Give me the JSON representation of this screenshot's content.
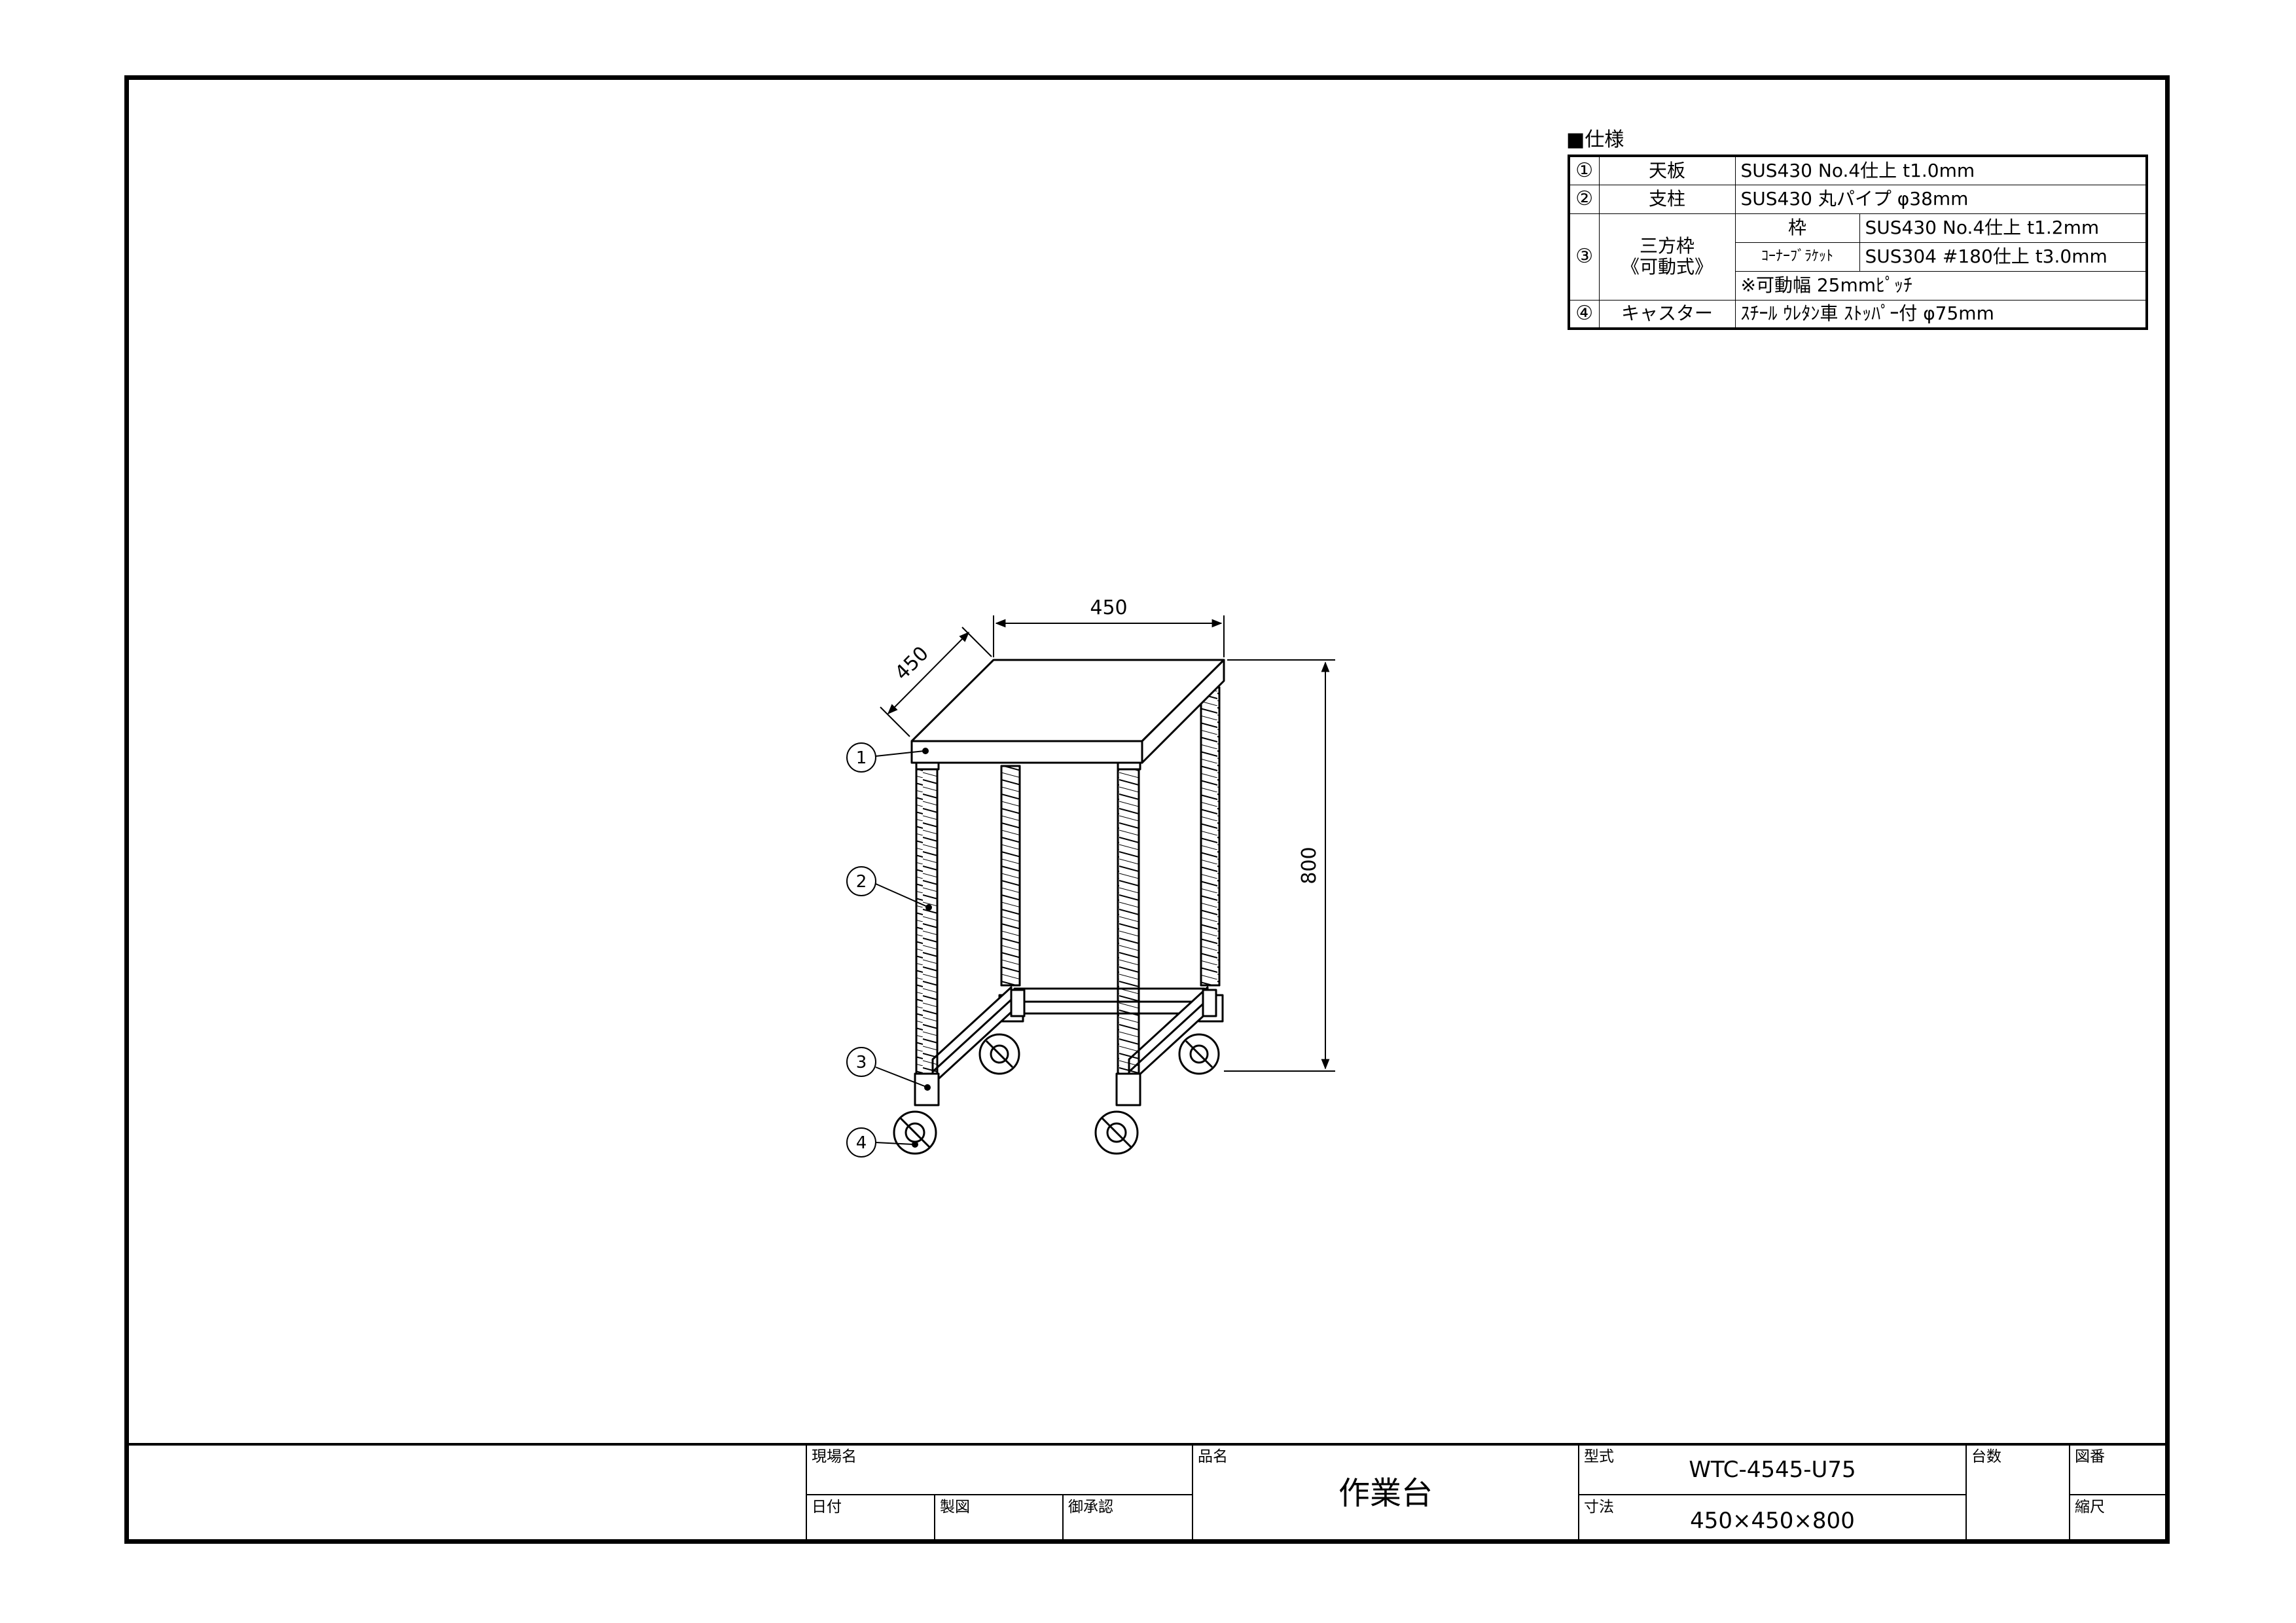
{
  "spec": {
    "heading": "■仕様",
    "rows": [
      {
        "no": "①",
        "name": "天板",
        "value": "SUS430 No.4仕上  t1.0mm"
      },
      {
        "no": "②",
        "name": "支柱",
        "value": "SUS430 丸パイプ φ38mm"
      },
      {
        "no": "③",
        "name_line1": "三方枠",
        "name_line2": "《可動式》",
        "sub": [
          {
            "label": "枠",
            "value": "SUS430 No.4仕上  t1.2mm"
          },
          {
            "label": "ｺｰﾅｰﾌﾞﾗｹｯﾄ",
            "value": "SUS304 #180仕上  t3.0mm"
          }
        ],
        "note": "※可動幅 25mmﾋﾟｯﾁ"
      },
      {
        "no": "④",
        "name": "キャスター",
        "value": "ｽﾁｰﾙ ｳﾚﾀﾝ車 ｽﾄｯﾊﾟｰ付 φ75mm"
      }
    ]
  },
  "drawing": {
    "dim_width": "450",
    "dim_depth": "450",
    "dim_height": "800",
    "callouts": [
      "1",
      "2",
      "3",
      "4"
    ]
  },
  "title_block": {
    "site_label": "現場名",
    "date_label": "日付",
    "drawn_label": "製図",
    "approved_label": "御承認",
    "product_label": "品名",
    "product_value": "作業台",
    "model_label": "型式",
    "model_value": "WTC-4545-U75",
    "size_label": "寸法",
    "size_value": "450×450×800",
    "qty_label": "台数",
    "drawing_no_label": "図番",
    "scale_label": "縮尺"
  }
}
